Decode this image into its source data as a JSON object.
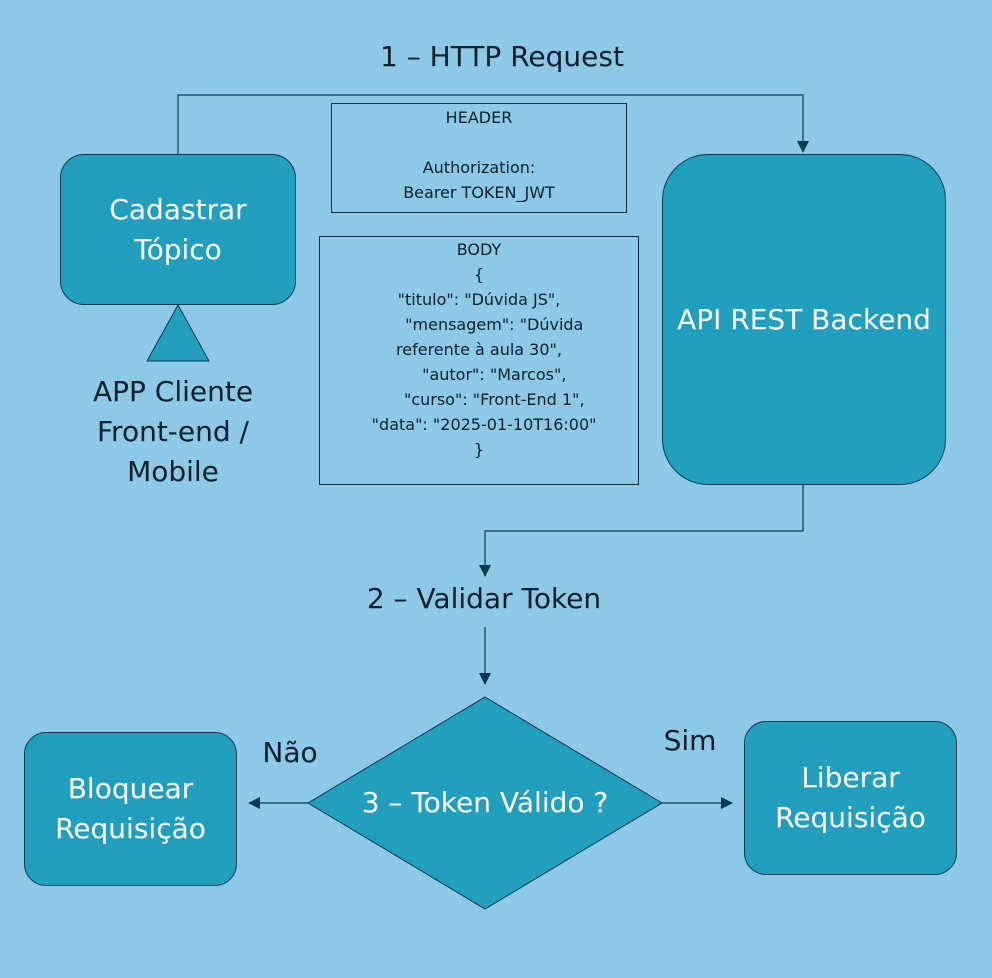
{
  "colors": {
    "background": "#8dc8e6",
    "node_fill": "#229fbf",
    "node_border": "#0b3a4e",
    "connector": "#0b3a4e",
    "node_text": "#ffffff",
    "label_text": "#0b1f2c"
  },
  "steps": {
    "http_request": "1 – HTTP Request",
    "validate_token": "2 – Validar Token"
  },
  "nodes": {
    "cadastrar": [
      "Cadastrar",
      "Tópico"
    ],
    "api": "API REST Backend",
    "decision": "3 – Token Válido ?",
    "bloquear": [
      "Bloquear",
      "Requisição"
    ],
    "liberar": [
      "Liberar",
      "Requisição"
    ]
  },
  "actor": {
    "icon": "triangle-actor-icon",
    "label": [
      "APP Cliente",
      "Front-end /",
      "Mobile"
    ]
  },
  "header_note": [
    "HEADER",
    "",
    "Authorization:",
    "Bearer TOKEN_JWT"
  ],
  "body_note": [
    "BODY",
    "{",
    "\"titulo\": \"Dúvida JS\",",
    "      \"mensagem\": \"Dúvida",
    "referente à aula 30\",",
    "      \"autor\": \"Marcos\",",
    "      \"curso\": \"Front-End 1\",",
    "  \"data\": \"2025-01-10T16:00\"",
    "}"
  ],
  "branches": {
    "no": "Não",
    "yes": "Sim"
  }
}
